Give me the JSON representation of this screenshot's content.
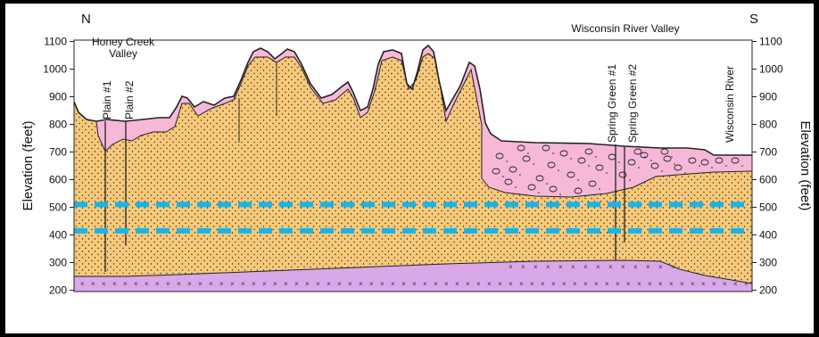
{
  "orientation": {
    "left": "N",
    "right": "S"
  },
  "axis": {
    "left_label": "Elevation (feet)",
    "right_label": "Elevation (feet)",
    "ticks": [
      200,
      300,
      400,
      500,
      600,
      700,
      800,
      900,
      1000,
      1100
    ],
    "range": [
      200,
      1100
    ]
  },
  "labels": {
    "honey_creek": "Honey Creek",
    "valley": "Valley",
    "wisconsin_river_valley": "Wisconsin River Valley",
    "wisconsin_river": "Wisconsin River"
  },
  "wells": [
    {
      "name": "Plain #1"
    },
    {
      "name": "Plain #2"
    },
    {
      "name": "Spring Green #1"
    },
    {
      "name": "Spring Green #2"
    }
  ],
  "water_levels_ft": [
    510,
    415
  ],
  "colors": {
    "sandstone": "#F7C97A",
    "surface_deposit": "#F7B8D8",
    "bedrock": "#D9A8E8",
    "water_level": "#1AB3E6",
    "background": "#FFFFFF"
  }
}
